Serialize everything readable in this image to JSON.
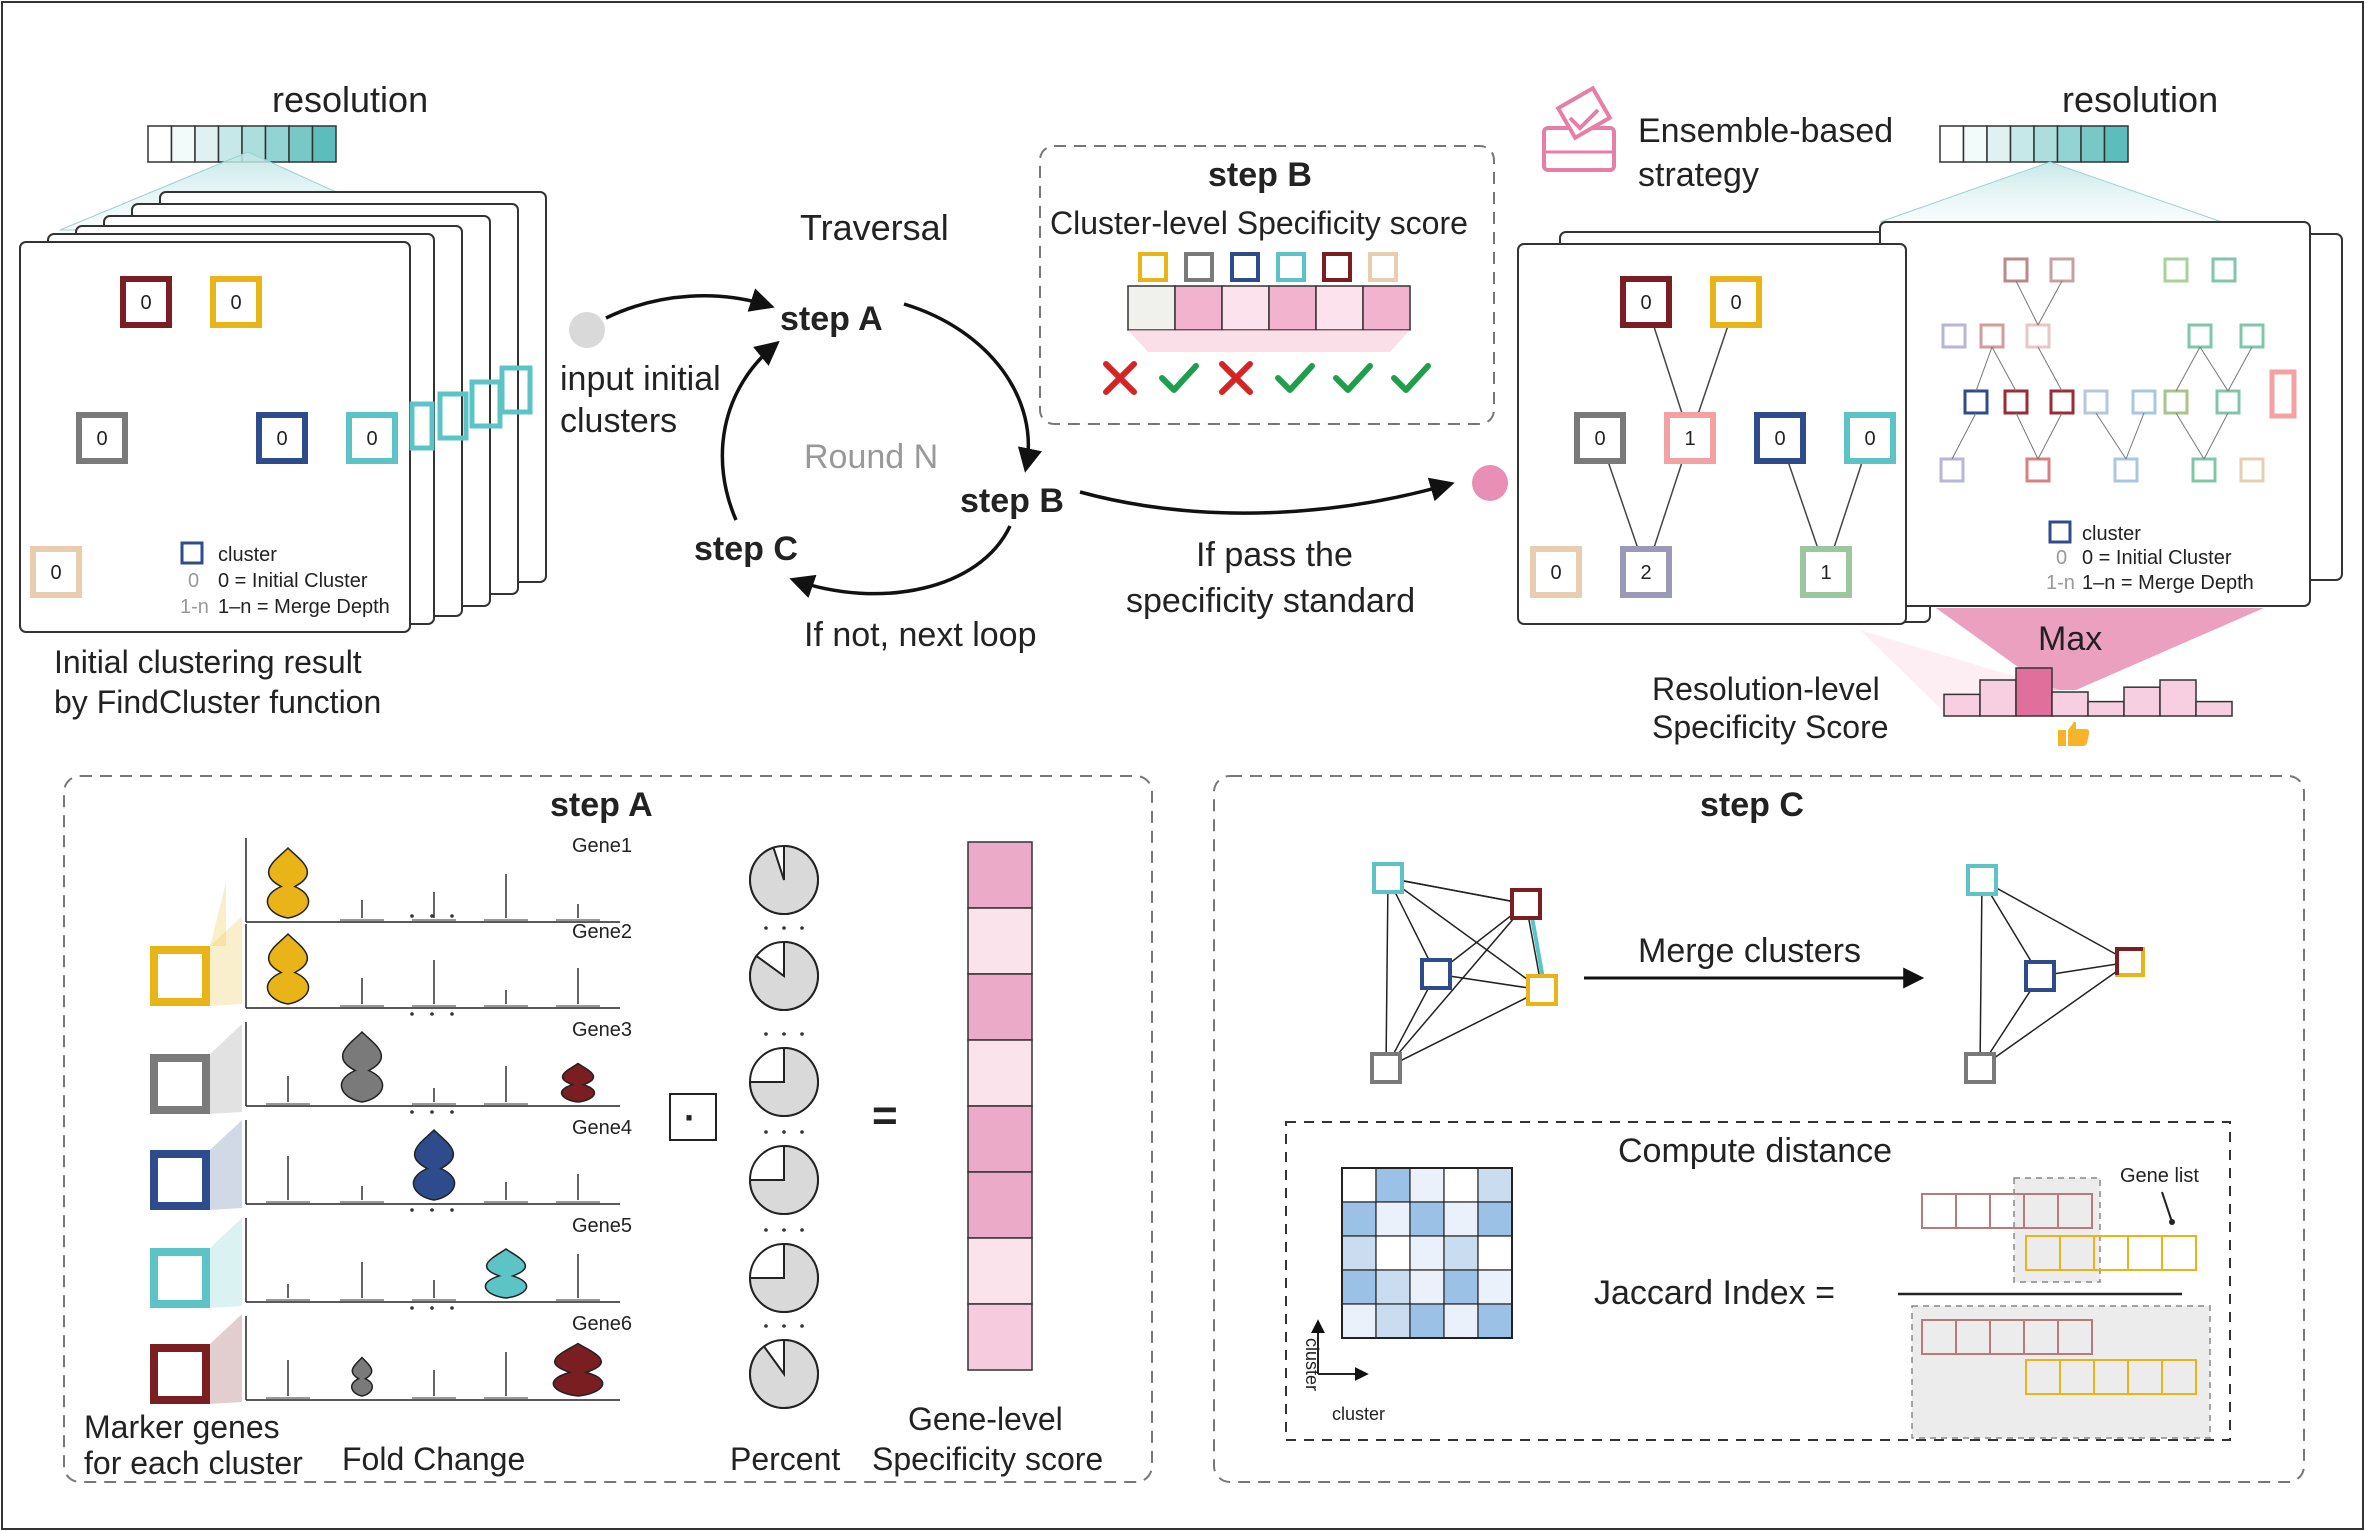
{
  "top_left": {
    "resolution_label": "resolution",
    "caption_line1": "Initial clustering result",
    "caption_line2": "by FindCluster function",
    "legend_cluster": "cluster",
    "legend_zero_sym": "0",
    "legend_zero": "0 = Initial Cluster",
    "legend_depth_sym": "1-n",
    "legend_depth": "1–n = Merge Depth",
    "node_label": "0"
  },
  "cycle": {
    "traversal": "Traversal",
    "step_a": "step A",
    "step_b": "step B",
    "step_c": "step C",
    "round": "Round N",
    "input_line1": "input initial",
    "input_line2": "clusters",
    "if_not": "If not, next loop",
    "pass_line1": "If pass the",
    "pass_line2": "specificity standard"
  },
  "step_b_box": {
    "title": "step B",
    "subtitle": "Cluster-level Specificity score",
    "checks": [
      "cross",
      "check",
      "cross",
      "check",
      "check",
      "check"
    ]
  },
  "top_right": {
    "ensemble_line1": "Ensemble-based",
    "ensemble_line2": "strategy",
    "resolution_label": "resolution",
    "max_label": "Max",
    "score_line1": "Resolution-level",
    "score_line2": "Specificity Score",
    "legend_cluster": "cluster",
    "legend_zero_sym": "0",
    "legend_zero": "0 = Initial Cluster",
    "legend_depth_sym": "1-n",
    "legend_depth": "1–n = Merge Depth",
    "tree_labels": [
      "0",
      "0",
      "0",
      "1",
      "0",
      "0",
      "0",
      "2",
      "1"
    ],
    "resolution_bars": [
      0.45,
      0.75,
      1.0,
      0.5,
      0.3,
      0.6,
      0.75,
      0.3
    ]
  },
  "step_a_panel": {
    "title": "step A",
    "genes": [
      "Gene1",
      "Gene2",
      "Gene3",
      "Gene4",
      "Gene5",
      "Gene6"
    ],
    "marker_line1": "Marker genes",
    "marker_line2": "for each cluster",
    "fold_change": "Fold Change",
    "percent": "Percent",
    "equals": "=",
    "dot": "·",
    "score_line1": "Gene-level",
    "score_line2": "Specificity score",
    "percent_values": [
      0.95,
      0.85,
      0.75,
      0.75,
      0.75,
      0.9
    ]
  },
  "step_c_panel": {
    "title": "step C",
    "merge": "Merge clusters",
    "compute": "Compute distance",
    "jaccard": "Jaccard Index =",
    "gene_list": "Gene list",
    "axis_x": "cluster",
    "axis_y": "cluster"
  },
  "colors": {
    "darkred": "#7b1e22",
    "yellow": "#e8b418",
    "gray": "#7a7a7a",
    "blue": "#2e4c8c",
    "teal": "#5cc4c6",
    "beige": "#e8cdb0",
    "pink": "#e98fb5",
    "green": "#1f9e4b",
    "red": "#d42424"
  }
}
